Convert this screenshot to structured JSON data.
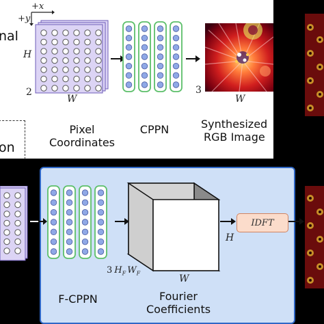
{
  "colors": {
    "grid_fill": "#dcd4f5",
    "grid_stroke": "#6d5bb8",
    "cppn_stroke": "#5cbf6a",
    "cppn_dot": "#8fa8e6",
    "fpanel_bg": "#cfe0f7",
    "fpanel_border": "#2f67c6",
    "idft_bg": "#fbdccb",
    "idft_border": "#d08462"
  },
  "top": {
    "axis_x": "+x",
    "axis_y": "+y",
    "left_partial": "nal",
    "dim_h": "H",
    "dim_2": "2",
    "dim_w": "W",
    "dim_3": "3",
    "dim_w2": "W",
    "label_pixel_line1": "Pixel",
    "label_pixel_line2": "Coordinates",
    "label_cppn": "CPPN",
    "label_synth_line1": "Synthesized",
    "label_synth_line2": "RGB Image",
    "left_partial_bottom": "on"
  },
  "bottom": {
    "fcppn_label": "F-CPPN",
    "fourier_line1": "Fourier",
    "fourier_line2": "Coefficients",
    "idft_label": "IDFT",
    "cube_h": "H",
    "cube_w": "W",
    "cube_depth_3": "3",
    "cube_depth_hf": "H",
    "cube_depth_hf_sub": "F",
    "cube_depth_wf": "W",
    "cube_depth_wf_sub": "F"
  }
}
